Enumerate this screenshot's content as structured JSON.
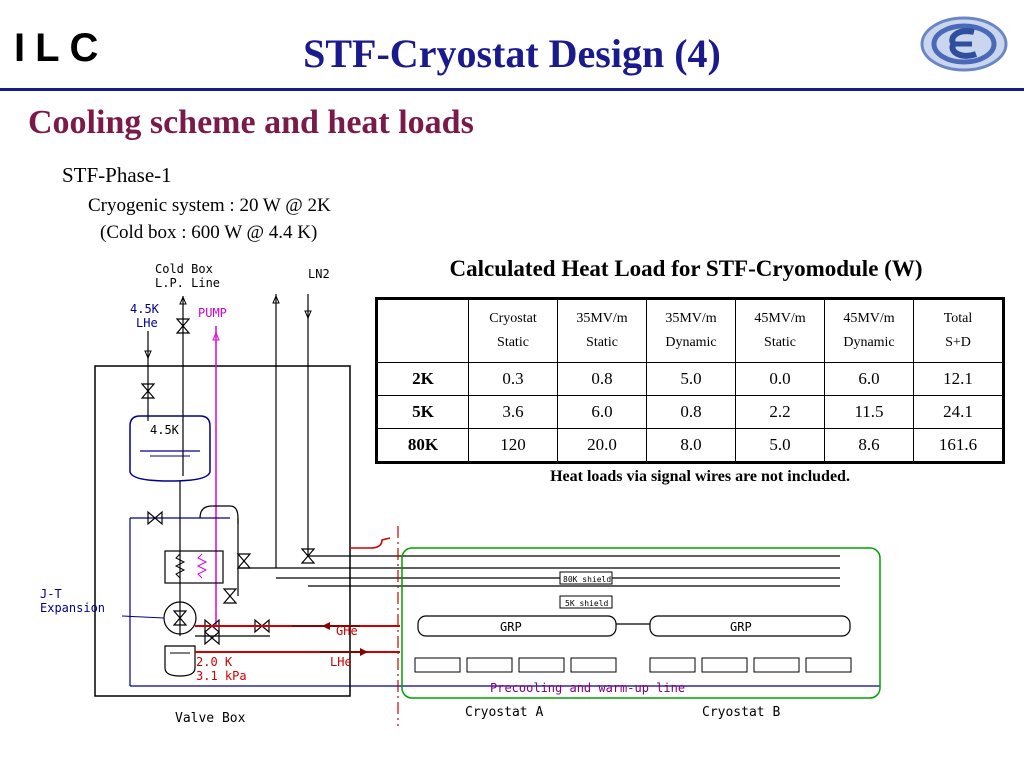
{
  "header": {
    "logo_text": "ILC",
    "title": "STF-Cryostat Design (4)",
    "kek_logo_icon": "kek-swirl-icon"
  },
  "section": {
    "subtitle": "Cooling scheme and heat loads",
    "phase": "STF-Phase-1",
    "cryo_system": "Cryogenic system : 20 W @ 2K",
    "cold_box": "(Cold box : 600 W @ 4.4 K)"
  },
  "table": {
    "title": "Calculated Heat Load for STF-Cryomodule (W)",
    "columns": [
      {
        "line1": "Cryostat",
        "line2": "Static"
      },
      {
        "line1": "35MV/m",
        "line2": "Static"
      },
      {
        "line1": "35MV/m",
        "line2": "Dynamic"
      },
      {
        "line1": "45MV/m",
        "line2": "Static"
      },
      {
        "line1": "45MV/m",
        "line2": "Dynamic"
      },
      {
        "line1": "Total",
        "line2": "S+D"
      }
    ],
    "rows": [
      {
        "label": "2K",
        "values": [
          "0.3",
          "0.8",
          "5.0",
          "0.0",
          "6.0",
          "12.1"
        ]
      },
      {
        "label": "5K",
        "values": [
          "3.6",
          "6.0",
          "0.8",
          "2.2",
          "11.5",
          "24.1"
        ]
      },
      {
        "label": "80K",
        "values": [
          "120",
          "20.0",
          "8.0",
          "5.0",
          "8.6",
          "161.6"
        ]
      }
    ],
    "note": "Heat loads via signal wires are not included."
  },
  "diagram": {
    "cold_box_line1": "Cold Box",
    "cold_box_line2": "L.P. Line",
    "ln2": "LN2",
    "he45_line1": "4.5K",
    "he45_line2": "LHe",
    "pump": "PUMP",
    "tank_label": "4.5K",
    "jt_line1": "J-T",
    "jt_line2": "Expansion",
    "ghe": "GHe",
    "lhe": "LHe",
    "temp": "2.0 K",
    "pressure": "3.1 kPa",
    "shield_5k": "5K shield",
    "shield_80k": "80K shield",
    "grp_a": "GRP",
    "grp_b": "GRP",
    "precool": "Precooling and warm-up line",
    "valve_box": "Valve Box",
    "cryostat_a": "Cryostat A",
    "cryostat_b": "Cryostat B"
  }
}
